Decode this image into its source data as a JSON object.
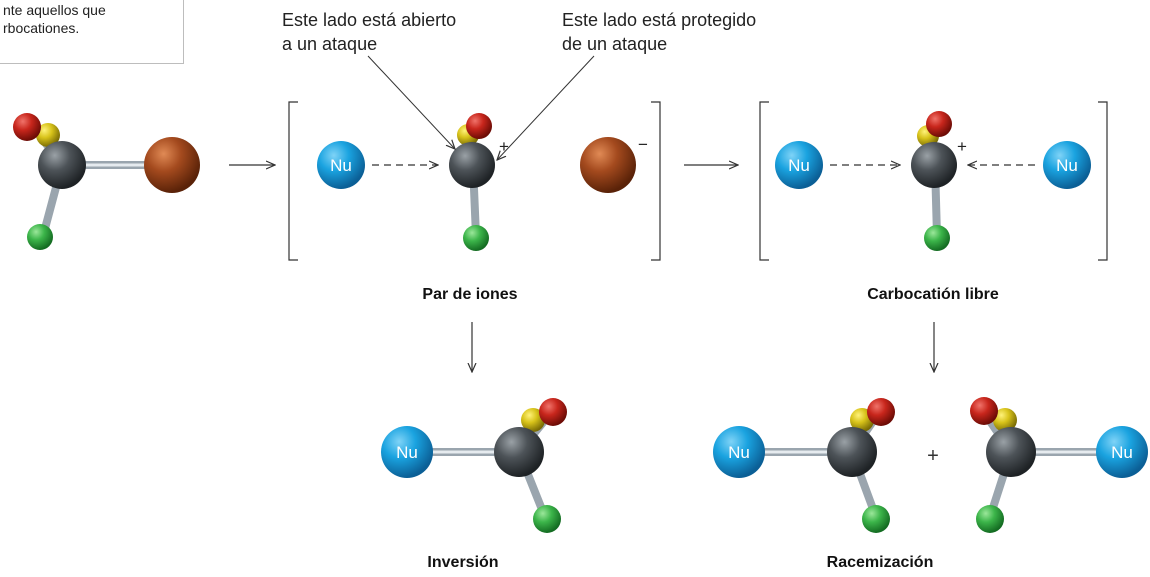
{
  "note": {
    "line1": "nte aquellos que",
    "line2": "rbocationes."
  },
  "callouts": {
    "open_side": "Este lado está abierto\na un ataque",
    "protected_side": "Este lado está protegido\nde un ataque"
  },
  "labels": {
    "ion_pair": "Par de iones",
    "free_carbocation": "Carbocatión libre",
    "inversion": "Inversión",
    "racemization": "Racemización"
  },
  "symbols": {
    "nucleophile": "Nu",
    "cation_charge": "+",
    "anion_charge": "−",
    "plus": "+"
  },
  "colors": {
    "carbon": "#4d5358",
    "nucleophile": "#1aa3e0",
    "leaving_group": "#a44a1e",
    "red_atom": "#c8261c",
    "yellow_atom": "#d8c31a",
    "green_atom": "#3cb54a",
    "bond": "#b9c3cc"
  }
}
